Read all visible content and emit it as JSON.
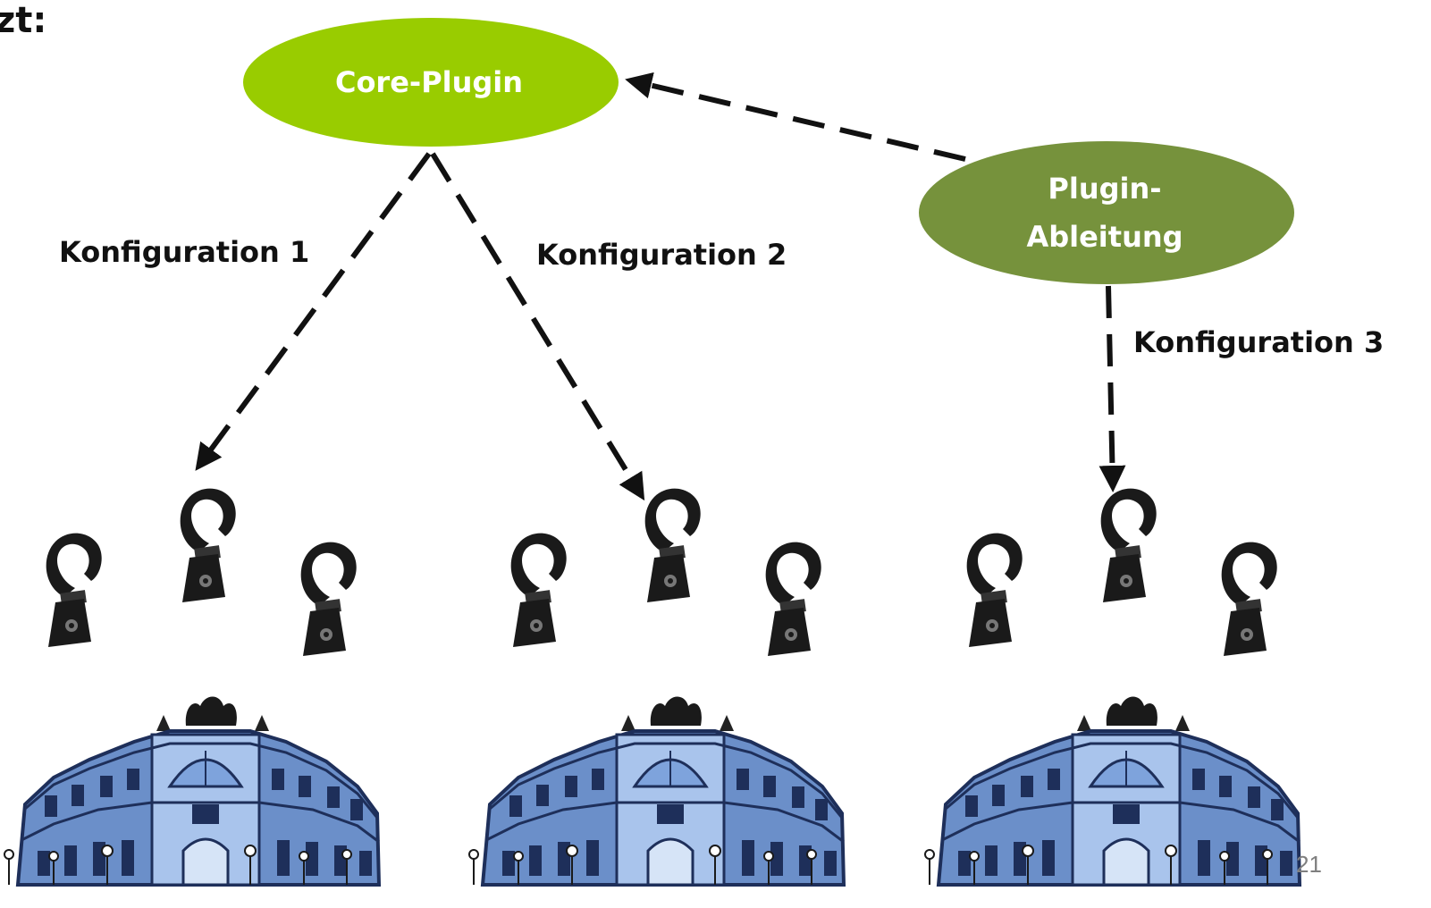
{
  "heading_fragment": "zt:",
  "nodes": {
    "core": {
      "label": "Core-Plugin",
      "color": "#99cc00"
    },
    "derived": {
      "label_line1": "Plugin-",
      "label_line2": "Ableitung",
      "color": "#76923c"
    }
  },
  "edges": {
    "config1": "Konfiguration 1",
    "config2": "Konfiguration 2",
    "config3": "Konfiguration 3"
  },
  "building_icon": "building-with-hooks-icon",
  "page_number": "21"
}
